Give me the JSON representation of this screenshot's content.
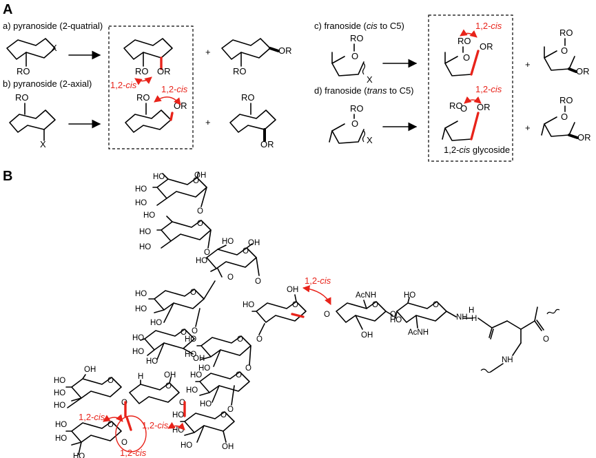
{
  "panel_a": {
    "label": "A",
    "a": {
      "caption": "a) pyranoside (2-quatrial)",
      "sub_ro": "RO",
      "sub_x": "X",
      "prod_or": "OR",
      "prod_ro": "RO",
      "prod2_or": "OR",
      "prod2_ro": "RO",
      "tag": "1,2-cis",
      "plus": "+"
    },
    "b": {
      "caption": "b) pyranoside (2-axial)",
      "sub_ro": "RO",
      "sub_x": "X",
      "prod_ro": "RO",
      "prod_or": "OR",
      "prod2_ro": "RO",
      "prod2_or": "OR",
      "tag": "1,2-cis",
      "plus": "+"
    },
    "c": {
      "caption_pre": "c) franoside (",
      "caption_it": "cis",
      "caption_post": " to C5)",
      "sub_ro": "RO",
      "sub_x": "X",
      "prod_ro": "RO",
      "prod_or": "OR",
      "prod2_ro": "RO",
      "prod2_or": "OR",
      "tag": "1,2-cis",
      "plus": "+"
    },
    "d": {
      "caption_pre": "d) franoside (",
      "caption_it": "trans",
      "caption_post": " to C5)",
      "sub_ro": "RO",
      "sub_x": "X",
      "prod_ro": "RO",
      "prod_or": "OR",
      "prod2_ro": "RO",
      "prod2_or": "OR",
      "tag": "1,2-cis",
      "plus": "+"
    },
    "glycoside_pre": "1,2-",
    "glycoside_it": "cis",
    "glycoside_post": " glycoside"
  },
  "panel_b": {
    "label": "B",
    "tag_pre": "1,2-",
    "tag_it": "cis",
    "ho": "HO",
    "oh": "OH",
    "acnh": "AcNH",
    "nh": "NH",
    "h": "H",
    "o": "O"
  },
  "colors": {
    "accent": "#e8231a",
    "ink": "#000000"
  }
}
